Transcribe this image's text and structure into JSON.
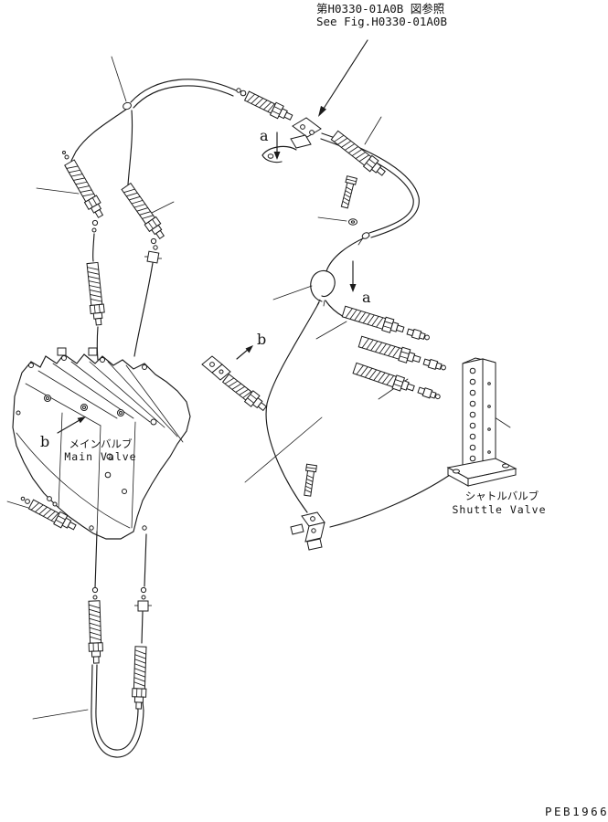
{
  "page": {
    "background_color": "#ffffff",
    "line_color": "#1b1b1b",
    "drawing_number": "PEB1966"
  },
  "reference_note": {
    "jp": "第H0330-01A0B 図参照",
    "en": "See Fig.H0330-01A0B"
  },
  "callouts": {
    "view_a": "a",
    "view_b": "b"
  },
  "components": {
    "main_valve": {
      "label_jp": "メインバルブ",
      "label_en": "Main Valve"
    },
    "shuttle_valve": {
      "label_jp": "シャトルバルブ",
      "label_en": "Shuttle Valve"
    }
  }
}
